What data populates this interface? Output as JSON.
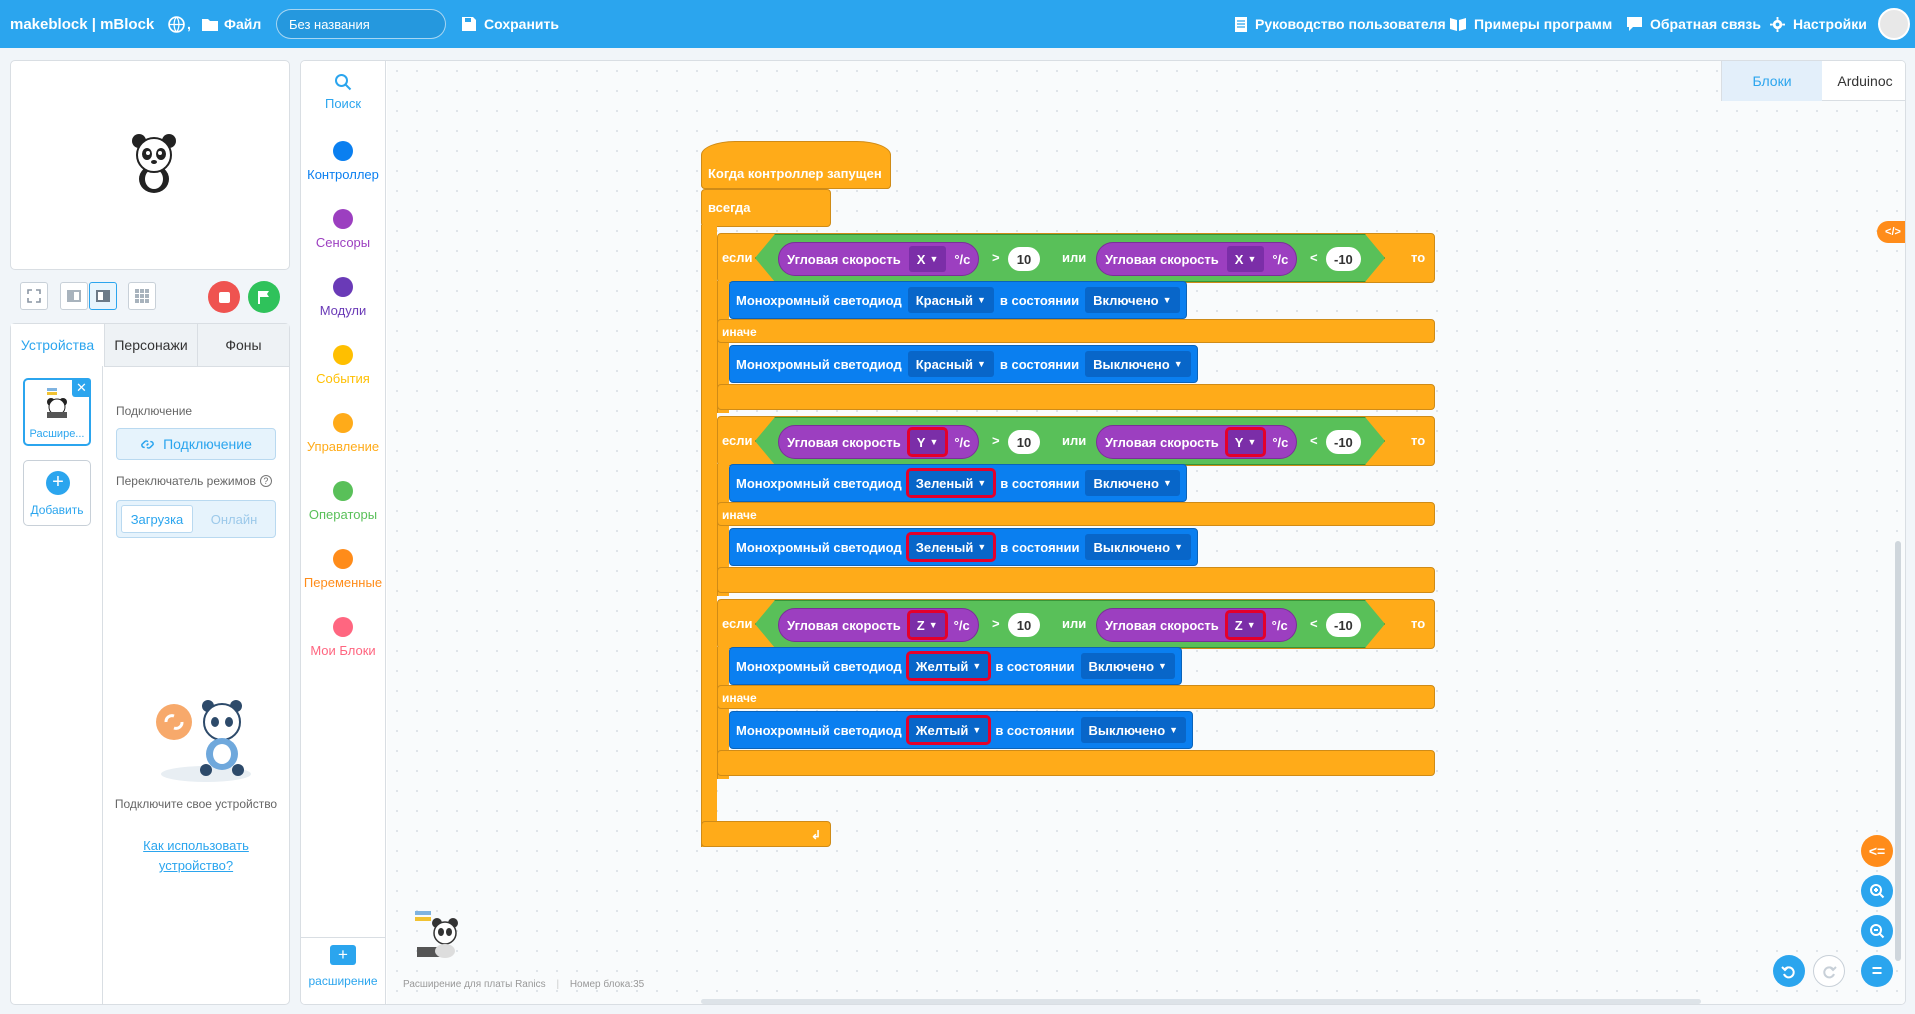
{
  "topbar": {
    "logo": "makeblock | mBlock",
    "file": "Файл",
    "project_name": "Без названия",
    "save": "Сохранить",
    "guide": "Руководство пользователя",
    "examples": "Примеры программ",
    "feedback": "Обратная связь",
    "settings": "Настройки"
  },
  "left": {
    "tabs": [
      "Устройства",
      "Персонажи",
      "Фоны"
    ],
    "device_name": "Расшире...",
    "add": "Добавить",
    "connection_label": "Подключение",
    "connect_button": "Подключение",
    "mode_switch_label": "Переключатель режимов",
    "mode_upload": "Загрузка",
    "mode_online": "Онлайн",
    "connect_hint": "Подключите свое устройство",
    "how_to_link": "Как использовать устройство?"
  },
  "categories": [
    {
      "label": "Поиск",
      "color": "#2ba5ee"
    },
    {
      "label": "Контроллер",
      "color": "#0a7ff0"
    },
    {
      "label": "Сенсоры",
      "color": "#9c3fc0"
    },
    {
      "label": "Модули",
      "color": "#6a3ab7"
    },
    {
      "label": "События",
      "color": "#ffbf00"
    },
    {
      "label": "Управление",
      "color": "#ffab19"
    },
    {
      "label": "Операторы",
      "color": "#59c059"
    },
    {
      "label": "Переменные",
      "color": "#ff8c1a"
    },
    {
      "label": "Мои Блоки",
      "color": "#ff6680"
    }
  ],
  "extension_label": "расширение",
  "editor_tabs": {
    "blocks": "Блоки",
    "arduino": "Arduinoc"
  },
  "status": {
    "ext": "Расширение для платы Ranics",
    "block_no": "Номер блока:35"
  },
  "blocks": {
    "hat": "Когда контроллер запущен",
    "forever": "всегда",
    "if": "если",
    "else": "иначе",
    "then": "то",
    "or": "или",
    "angular": "Угловая скорость",
    "unit": "°/с",
    "gt": ">",
    "lt": "<",
    "v_pos": "10",
    "v_neg": "-10",
    "led": "Монохромный светодиод",
    "in_state": "в состоянии",
    "on": "Включено",
    "off": "Выключено",
    "groups": [
      {
        "axis": "X",
        "color": "Красный"
      },
      {
        "axis": "Y",
        "color": "Зеленый"
      },
      {
        "axis": "Z",
        "color": "Желтый"
      }
    ]
  }
}
